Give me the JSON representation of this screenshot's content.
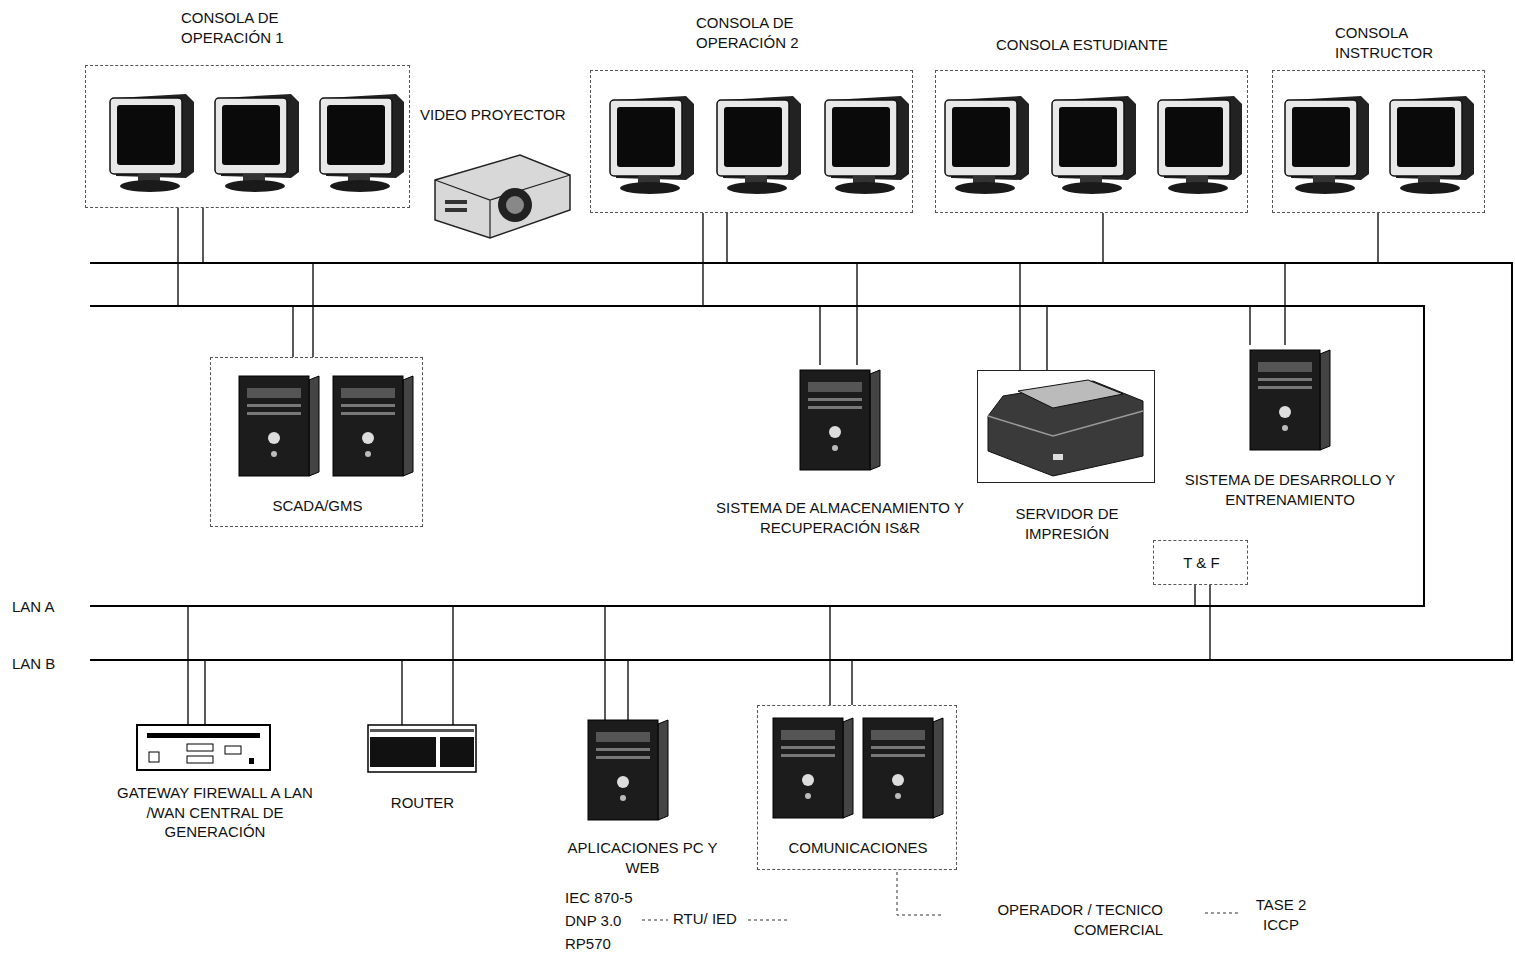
{
  "diagram": {
    "nodes": [
      {
        "text": [
          "CONSOLA DE OPERACIÓN 1"
        ]
      },
      {
        "text": [
          "VIDEO PROYECTOR"
        ]
      },
      {
        "text": [
          "CONSOLA DE OPERACIÓN 2"
        ]
      },
      {
        "text": [
          "CONSOLA ESTUDIANTE"
        ]
      },
      {
        "text": [
          "CONSOLA INSTRUCTOR"
        ]
      },
      {
        "text": [
          "SCADA/GMS"
        ]
      },
      {
        "text": [
          "SISTEMA DE ALMACENAMIENTO Y RECUPERACIÓN IS&R"
        ]
      },
      {
        "text": [
          "SERVIDOR DE IMPRESIÓN"
        ]
      },
      {
        "text": [
          "SISTEMA DE DESARROLLO Y ENTRENAMIENTO"
        ]
      },
      {
        "text": [
          "T & F"
        ]
      },
      {
        "text": [
          "LAN A"
        ]
      },
      {
        "text": [
          "LAN B"
        ]
      },
      {
        "text": [
          "GATEWAY FIREWALL A LAN /WAN CENTRAL DE GENERACIÓN"
        ]
      },
      {
        "text": [
          "ROUTER"
        ]
      },
      {
        "text": [
          "APLICACIONES PC Y WEB"
        ]
      },
      {
        "text": [
          "COMUNICACIONES"
        ]
      }
    ],
    "edges": [
      {
        "from": 0,
        "to": 10,
        "arrow": "none"
      },
      {
        "from": 0,
        "to": 11,
        "arrow": "none"
      },
      {
        "from": 2,
        "to": 10,
        "arrow": "none"
      },
      {
        "from": 2,
        "to": 11,
        "arrow": "none"
      },
      {
        "from": 3,
        "to": 11,
        "arrow": "none"
      },
      {
        "from": 4,
        "to": 11,
        "arrow": "none"
      },
      {
        "from": 5,
        "to": 10,
        "arrow": "none"
      },
      {
        "from": 5,
        "to": 11,
        "arrow": "none"
      },
      {
        "from": 6,
        "to": 10,
        "arrow": "none"
      },
      {
        "from": 6,
        "to": 11,
        "arrow": "none"
      },
      {
        "from": 7,
        "to": 11,
        "arrow": "none"
      },
      {
        "from": 7,
        "to": 10,
        "arrow": "none"
      },
      {
        "from": 8,
        "to": 10,
        "arrow": "none"
      },
      {
        "from": 8,
        "to": 11,
        "arrow": "none"
      },
      {
        "from": 9,
        "to": 10,
        "arrow": "none"
      },
      {
        "from": 9,
        "to": 11,
        "arrow": "none"
      },
      {
        "from": 12,
        "to": 10,
        "arrow": "none"
      },
      {
        "from": 12,
        "to": 11,
        "arrow": "none"
      },
      {
        "from": 13,
        "to": 11,
        "arrow": "none"
      },
      {
        "from": 13,
        "to": 10,
        "arrow": "none"
      },
      {
        "from": 14,
        "to": 10,
        "arrow": "none"
      },
      {
        "from": 14,
        "to": 11,
        "arrow": "none"
      },
      {
        "from": 15,
        "to": 10,
        "arrow": "none"
      },
      {
        "from": 15,
        "to": 11,
        "arrow": "none"
      }
    ],
    "labels": [
      "IEC 870-5",
      "DNP 3.0",
      "RP570",
      "RTU/ IED",
      "OPERADOR / TECNICO COMERCIAL",
      "TASE 2 ICCP"
    ]
  }
}
